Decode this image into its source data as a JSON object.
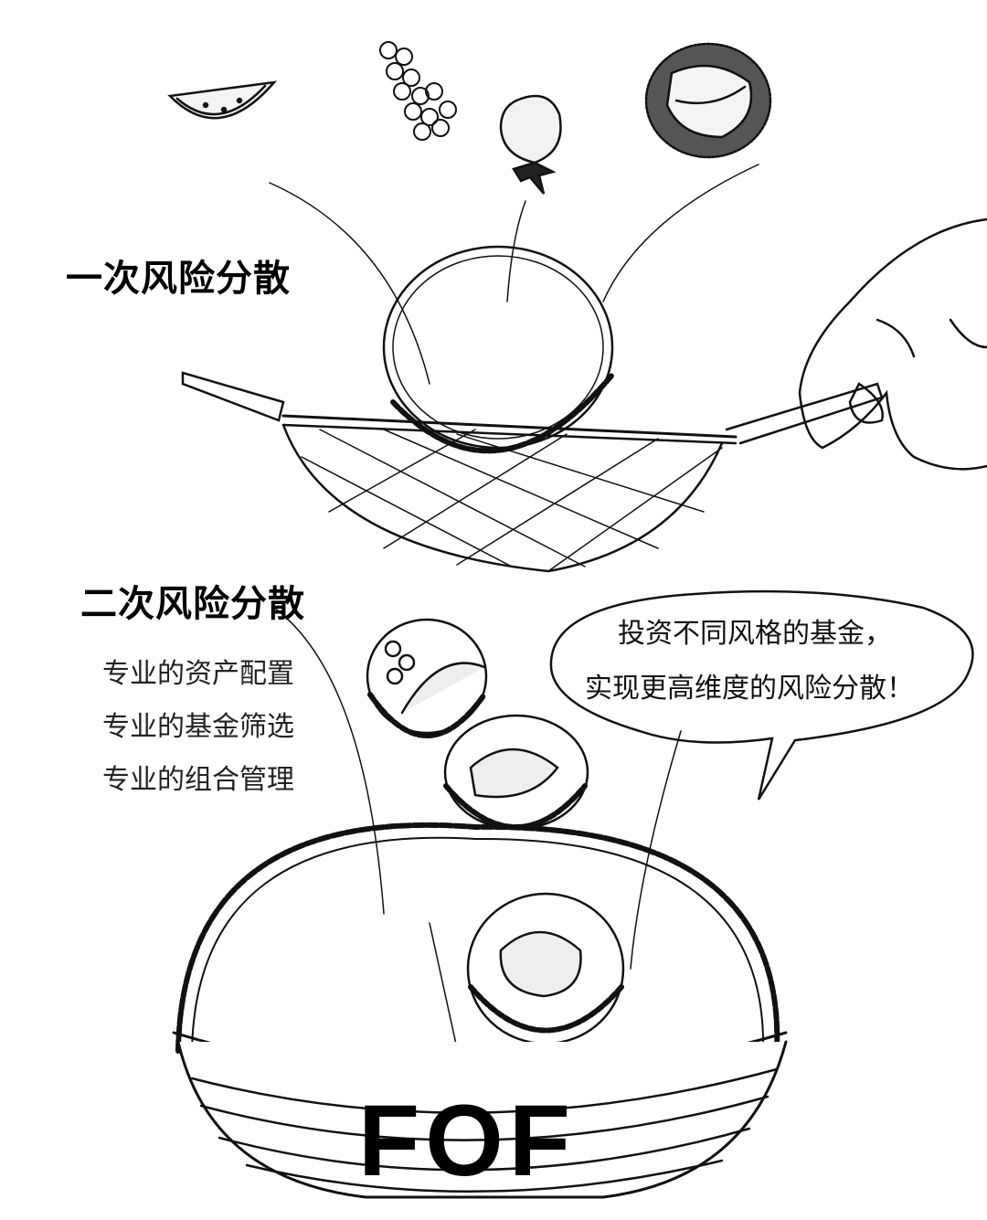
{
  "headings": {
    "first": "一次风险分散",
    "second": "二次风险分散"
  },
  "features": [
    "专业的资产配置",
    "专业的基金筛选",
    "专业的组合管理"
  ],
  "speech_bubble": {
    "line1": "投资不同风格的基金，",
    "line2": "实现更高维度的风险分散！"
  },
  "basket_label": "FOF"
}
